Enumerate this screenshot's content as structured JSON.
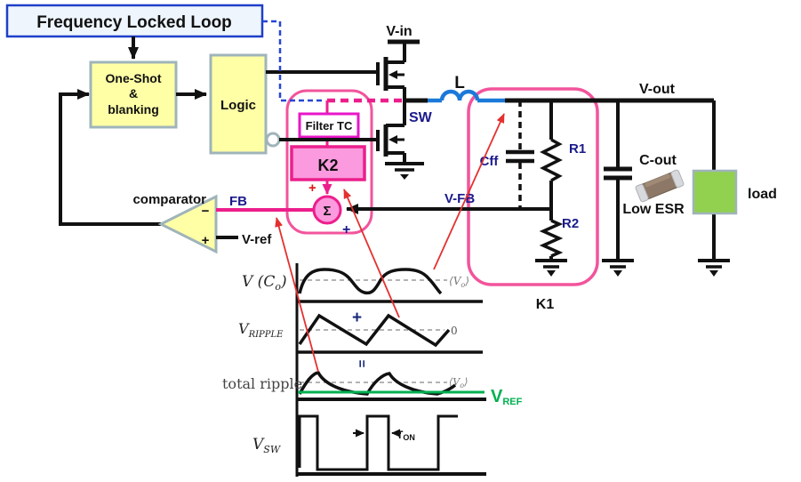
{
  "fll": {
    "title": "Frequency Locked Loop"
  },
  "blocks": {
    "one_shot_l1": "One-Shot",
    "one_shot_l2": "&",
    "one_shot_l3": "blanking",
    "logic": "Logic",
    "filter_tc": "Filter TC",
    "k2": "K2",
    "sigma": "Σ",
    "k1": "K1"
  },
  "comparator": {
    "label": "comparator",
    "minus": "−",
    "plus": "+"
  },
  "signals": {
    "fb": "FB",
    "vref_in": "V-ref",
    "vfb": "V-FB",
    "vin": "V-in",
    "sw": "SW",
    "inductor": "L",
    "vout": "V-out",
    "cff": "Cff",
    "r1": "R1",
    "r2": "R2",
    "cout": "C-out",
    "low_esr": "Low ESR",
    "load": "load"
  },
  "summing": {
    "plus_top": "+",
    "plus_bottom": "+"
  },
  "waveforms": {
    "vco": {
      "base": "V (C",
      "sub": "o",
      "close": ")"
    },
    "avg": {
      "open": "⟨",
      "base": "V",
      "sub": "o",
      "close": "⟩"
    },
    "plus_sign": "+",
    "equals_sign": "=",
    "vripple": {
      "base": "V",
      "sub": "RIPPLE"
    },
    "zero": "0",
    "total_ripple": "total ripple",
    "vref": {
      "base": "V",
      "sub": "REF"
    },
    "vsw": {
      "base": "V",
      "sub": "SW"
    },
    "ton": {
      "base": "T",
      "sub": "ON"
    }
  },
  "colors": {
    "accent_pink": "#ec1e8c",
    "pink_box_fill": "#fb9ade",
    "pink_outline": "#f2549c",
    "block_yellow": "#ffffa6",
    "block_border_gray": "#9fb4ba",
    "fll_border_blue": "#1f3fc8",
    "dark_blue_text": "#1a1a8c",
    "wire_blue": "#1c79d8",
    "ref_green": "#00b050",
    "load_green": "#92d050",
    "arrow_red": "#e53030"
  }
}
